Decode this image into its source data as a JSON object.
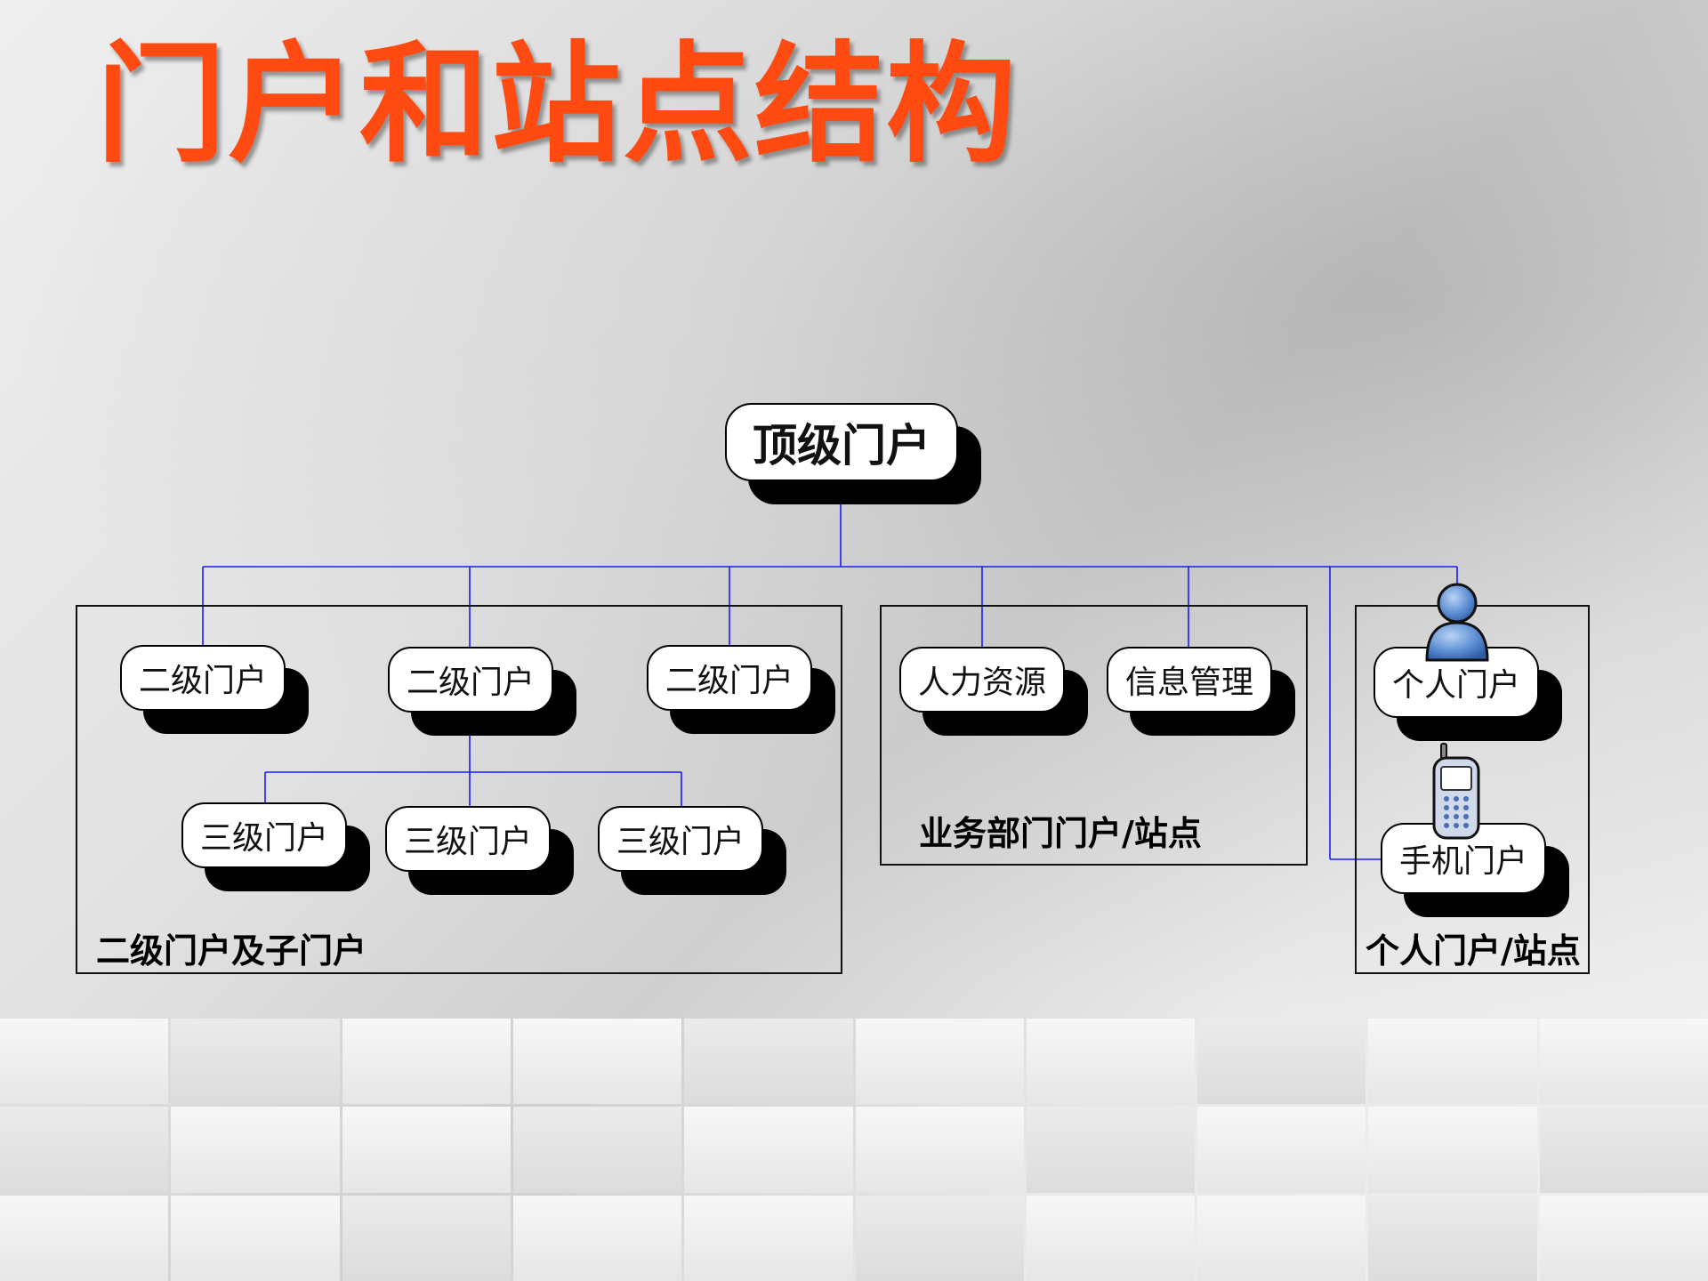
{
  "title": "门户和站点结构",
  "root": {
    "label": "顶级门户"
  },
  "groups": {
    "sub": {
      "label": "二级门户及子门户",
      "level2": [
        "二级门户",
        "二级门户",
        "二级门户"
      ],
      "level3": [
        "三级门户",
        "三级门户",
        "三级门户"
      ]
    },
    "dept": {
      "label": "业务部门门户/站点",
      "items": [
        "人力资源",
        "信息管理"
      ]
    },
    "personal": {
      "label": "个人门户/站点",
      "items": [
        "个人门户",
        "手机门户"
      ]
    }
  },
  "icons": [
    "person-icon",
    "mobile-phone-icon"
  ],
  "colors": {
    "title": "#ff4a12",
    "connector": "#1a1aff"
  }
}
